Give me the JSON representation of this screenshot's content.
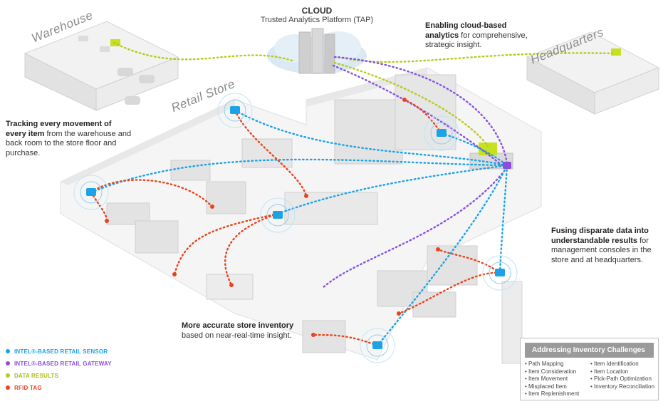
{
  "cloud": {
    "title": "CLOUD",
    "subtitle": "Trusted Analytics Platform (TAP)"
  },
  "buildings": {
    "warehouse": "Warehouse",
    "retail_store": "Retail Store",
    "headquarters": "Headquarters"
  },
  "callouts": {
    "cloud_analytics": {
      "bold": "Enabling cloud-based analytics",
      "rest": " for comprehensive, strategic insight."
    },
    "tracking": {
      "bold": "Tracking every movement of every item",
      "rest": " from the warehouse and back room to the store floor and purchase."
    },
    "fusing": {
      "bold": "Fusing disparate data into understandable results",
      "rest": " for management consoles in the store and at headquarters."
    },
    "inventory": {
      "bold": "More accurate store inventory",
      "rest": " based on near-real-time insight."
    }
  },
  "legend": [
    {
      "label": "INTEL®-BASED RETAIL SENSOR",
      "color": "#1aa3e6"
    },
    {
      "label": "INTEL®-BASED RETAIL GATEWAY",
      "color": "#8a4fe0"
    },
    {
      "label": "DATA RESULTS",
      "color": "#b5cc18"
    },
    {
      "label": "RFID TAG",
      "color": "#e8431e"
    }
  ],
  "challenges": {
    "title": "Addressing Inventory Challenges",
    "items": [
      "• Path Mapping",
      "• Item Identification",
      "• Item Consideration",
      "• Item Location",
      "• Item Movement",
      "• Pick-Path Optimization",
      "• Misplaced Item",
      "• Inventory Reconciliation",
      "• Item Replenishment",
      ""
    ]
  },
  "colors": {
    "sensor": "#1aa3e6",
    "gateway": "#8a4fe0",
    "data": "#b5cc18",
    "rfid": "#e8431e",
    "building": "#e6e6e6"
  }
}
